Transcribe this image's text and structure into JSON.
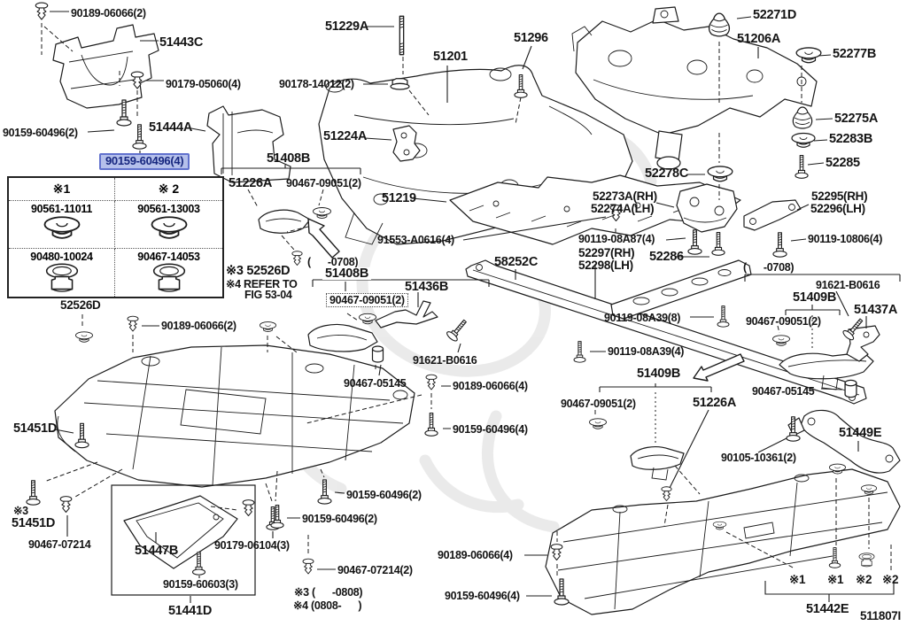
{
  "highlight_colors": {
    "bg": "#b5c0eb",
    "border": "#6171cd",
    "text": "#17277f"
  },
  "table": {
    "caption": "52526D",
    "headers": [
      "※1",
      "※ 2"
    ],
    "rows": [
      [
        "90561-11011",
        "90561-13003"
      ],
      [
        "90480-10024",
        "90467-14053"
      ]
    ]
  },
  "labels": [
    {
      "text": "90189-06066(2)",
      "type": "part"
    },
    {
      "text": "51443C",
      "type": "part"
    },
    {
      "text": "90179-05060(4)",
      "type": "part"
    },
    {
      "text": "90159-60496(2)",
      "type": "part"
    },
    {
      "text": "51444A",
      "type": "part"
    },
    {
      "text": "90159-60496(4)",
      "type": "part-highlighted"
    },
    {
      "text": "51229A",
      "type": "part"
    },
    {
      "text": "90178-14012(2)",
      "type": "part"
    },
    {
      "text": "51201",
      "type": "part"
    },
    {
      "text": "51296",
      "type": "part"
    },
    {
      "text": "51224A",
      "type": "part"
    },
    {
      "text": "52271D",
      "type": "part"
    },
    {
      "text": "51206A",
      "type": "part"
    },
    {
      "text": "52277B",
      "type": "part"
    },
    {
      "text": "52275A",
      "type": "part"
    },
    {
      "text": "52283B",
      "type": "part"
    },
    {
      "text": "52285",
      "type": "part"
    },
    {
      "text": "52278C",
      "type": "part"
    },
    {
      "text": "52273A(RH)",
      "type": "part"
    },
    {
      "text": "52274A(LH)",
      "type": "part"
    },
    {
      "text": "52295(RH)",
      "type": "part"
    },
    {
      "text": "52296(LH)",
      "type": "part"
    },
    {
      "text": "90119-10806(4)",
      "type": "part"
    },
    {
      "text": "90119-08A87(4)",
      "type": "part"
    },
    {
      "text": "52297(RH)",
      "type": "part"
    },
    {
      "text": "52298(LH)",
      "type": "part"
    },
    {
      "text": "52286",
      "type": "part"
    },
    {
      "text": "51219",
      "type": "part"
    },
    {
      "text": "91553-A0616(4)",
      "type": "part"
    },
    {
      "text": "58252C",
      "type": "part"
    },
    {
      "text": "51408B",
      "type": "part"
    },
    {
      "text": "51226A",
      "type": "part"
    },
    {
      "text": "90467-09051(2)",
      "type": "part"
    },
    {
      "text": "※3 52526D",
      "type": "part"
    },
    {
      "text": "※4 REFER TO",
      "type": "note"
    },
    {
      "text": "FIG 53-04",
      "type": "note"
    },
    {
      "text": "(      -0708)",
      "type": "note"
    },
    {
      "text": "51408B",
      "type": "part"
    },
    {
      "text": "90467-09051(2)",
      "type": "part"
    },
    {
      "text": "51436B",
      "type": "part"
    },
    {
      "text": "91621-B0616",
      "type": "part"
    },
    {
      "text": "90467-05145",
      "type": "part"
    },
    {
      "text": "90189-06066(4)",
      "type": "part"
    },
    {
      "text": "90159-60496(4)",
      "type": "part"
    },
    {
      "text": "90119-08A39(8)",
      "type": "part"
    },
    {
      "text": "90119-08A39(4)",
      "type": "part"
    },
    {
      "text": "51409B",
      "type": "part"
    },
    {
      "text": "90467-09051(2)",
      "type": "part"
    },
    {
      "text": "51226A",
      "type": "part"
    },
    {
      "text": "(      -0708)",
      "type": "note"
    },
    {
      "text": "91621-B0616",
      "type": "part"
    },
    {
      "text": "51409B",
      "type": "part"
    },
    {
      "text": "51437A",
      "type": "part"
    },
    {
      "text": "90467-09051(2)",
      "type": "part"
    },
    {
      "text": "90467-05145",
      "type": "part"
    },
    {
      "text": "90105-10361(2)",
      "type": "part"
    },
    {
      "text": "51449E",
      "type": "part"
    },
    {
      "text": "52526D",
      "type": "caption"
    },
    {
      "text": "90189-06066(2)",
      "type": "part"
    },
    {
      "text": "51451D",
      "type": "part"
    },
    {
      "text": "※3",
      "type": "note"
    },
    {
      "text": "51451D",
      "type": "part"
    },
    {
      "text": "90467-07214",
      "type": "part"
    },
    {
      "text": "51447B",
      "type": "part"
    },
    {
      "text": "90179-06104(3)",
      "type": "part"
    },
    {
      "text": "90159-60603(3)",
      "type": "part"
    },
    {
      "text": "51441D",
      "type": "part"
    },
    {
      "text": "90159-60496(2)",
      "type": "part"
    },
    {
      "text": "90159-60496(2)",
      "type": "part"
    },
    {
      "text": "90467-07214(2)",
      "type": "part"
    },
    {
      "text": "※3 (      -0808)",
      "type": "note"
    },
    {
      "text": "※4 (0808-      )",
      "type": "note"
    },
    {
      "text": "90189-06066(4)",
      "type": "part"
    },
    {
      "text": "90159-60496(4)",
      "type": "part"
    },
    {
      "text": "※1",
      "type": "note"
    },
    {
      "text": "※1",
      "type": "note"
    },
    {
      "text": "※2",
      "type": "note"
    },
    {
      "text": "※2",
      "type": "note"
    },
    {
      "text": "51442E",
      "type": "part"
    },
    {
      "text": "511807I",
      "type": "figure-code"
    }
  ]
}
